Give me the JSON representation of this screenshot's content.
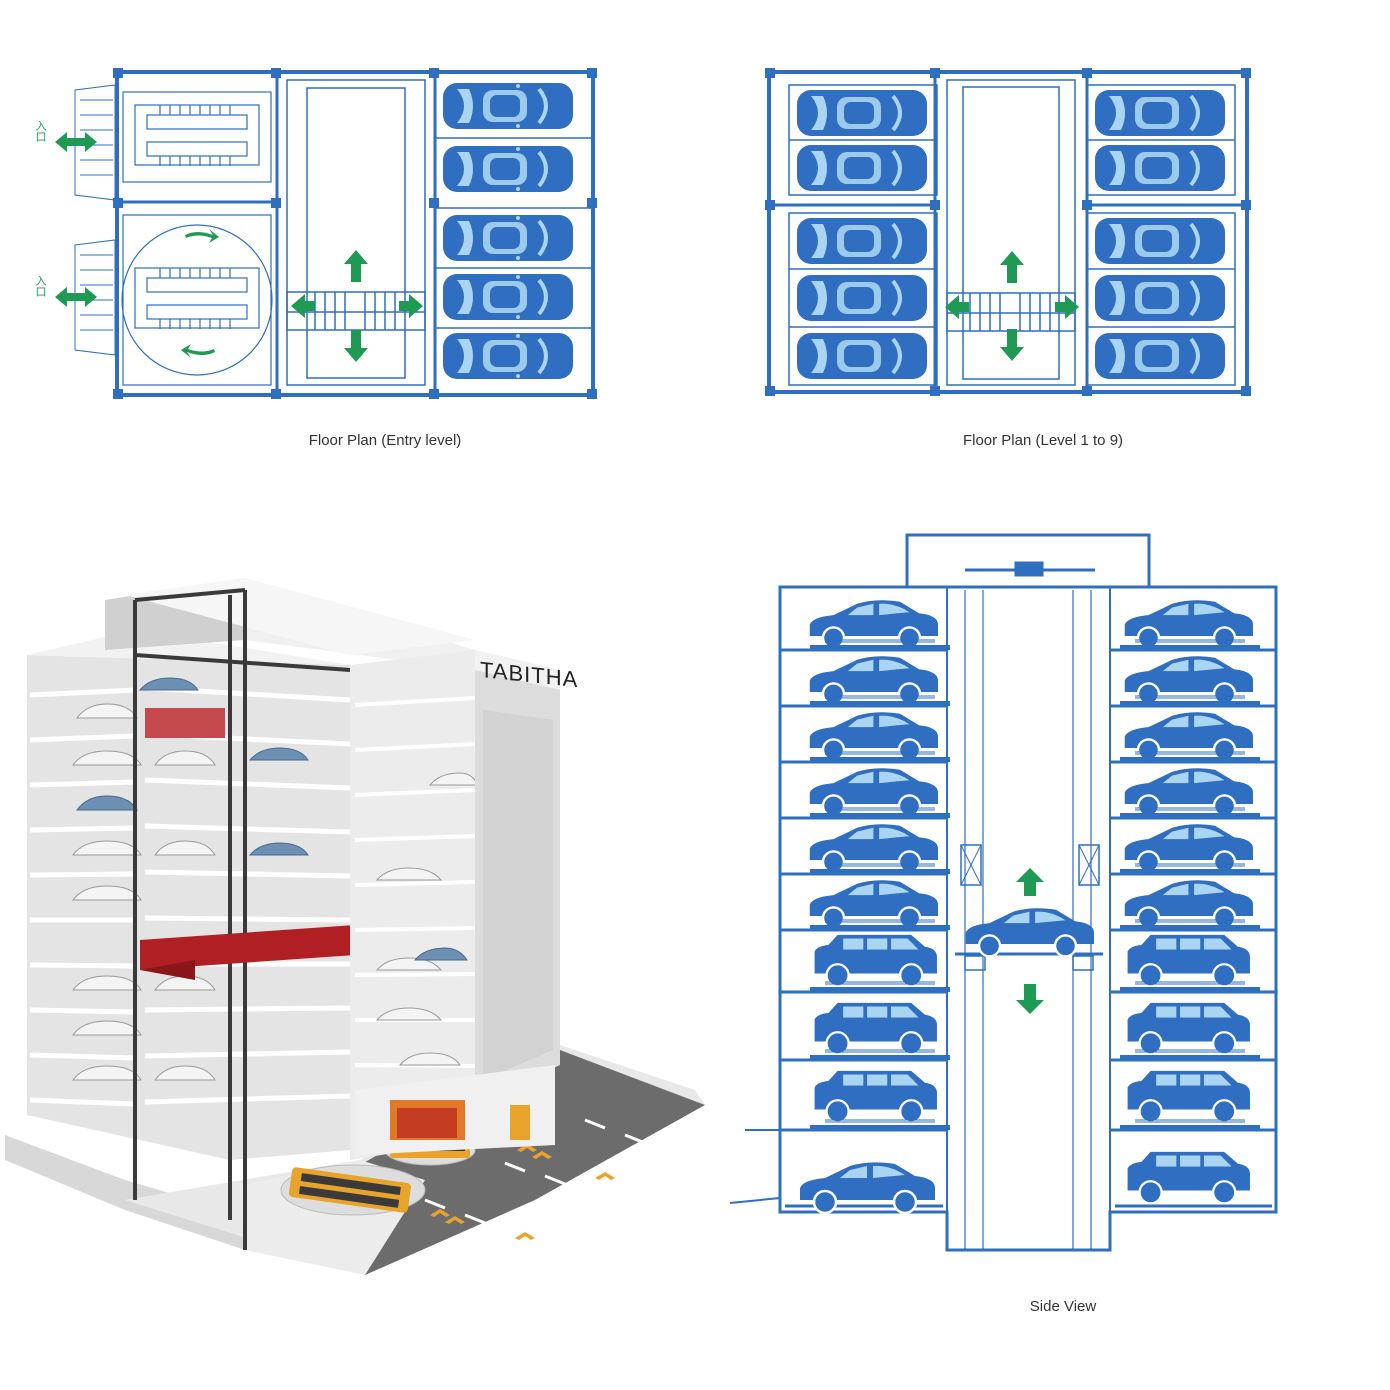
{
  "captions": {
    "entry_plan": "Floor Plan (Entry level)",
    "level_plan": "Floor Plan (Level 1 to 9)",
    "side_view": "Side View"
  },
  "entry_labels": {
    "top": "入口",
    "bottom": "入口"
  },
  "brand": "TABITHA",
  "colors": {
    "blueprint": "#2e6fbf",
    "car_fill": "#2f6ec0",
    "car_light": "#a9d4f2",
    "arrow": "#1f9a55",
    "render_bg": "#e6e6e6",
    "frame_dark": "#3a3a3a",
    "red_carriage": "#b01f24",
    "road": "#6c6c6c",
    "accent_orange": "#e8a42a"
  }
}
